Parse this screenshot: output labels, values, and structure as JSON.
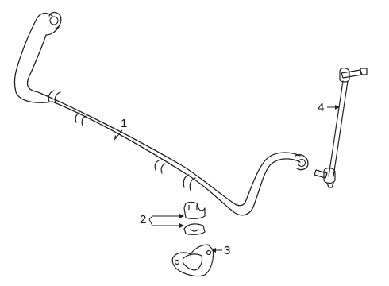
{
  "diagram": {
    "callouts": [
      {
        "id": "1",
        "label": "1",
        "part": "stabilizer-bar"
      },
      {
        "id": "2",
        "label": "2",
        "part": "bushing"
      },
      {
        "id": "3",
        "label": "3",
        "part": "bushing-bracket"
      },
      {
        "id": "4",
        "label": "4",
        "part": "stabilizer-link"
      }
    ]
  }
}
